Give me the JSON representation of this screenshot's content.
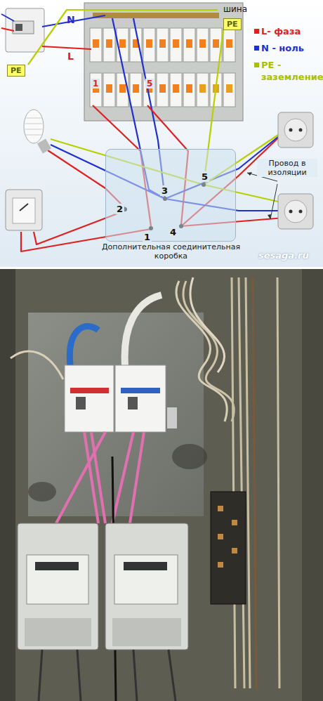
{
  "diagram": {
    "nodes": [
      {
        "text": [
          "PE"
        ]
      },
      {
        "text": [
          "PE"
        ]
      },
      {
        "text": [
          "Дополнительная соединительная коробка"
        ]
      }
    ],
    "labels": [
      "шина",
      "N",
      "L",
      "1",
      "5",
      "1",
      "2",
      "3",
      "4",
      "5",
      "Провод в изоляции",
      "sesaga.ru"
    ],
    "legend": [
      {
        "text": "L- фаза",
        "color": "#e02020"
      },
      {
        "text": "N - ноль",
        "color": "#2030d0"
      },
      {
        "text": "PE - заземление",
        "color": "#a8c000"
      }
    ]
  }
}
